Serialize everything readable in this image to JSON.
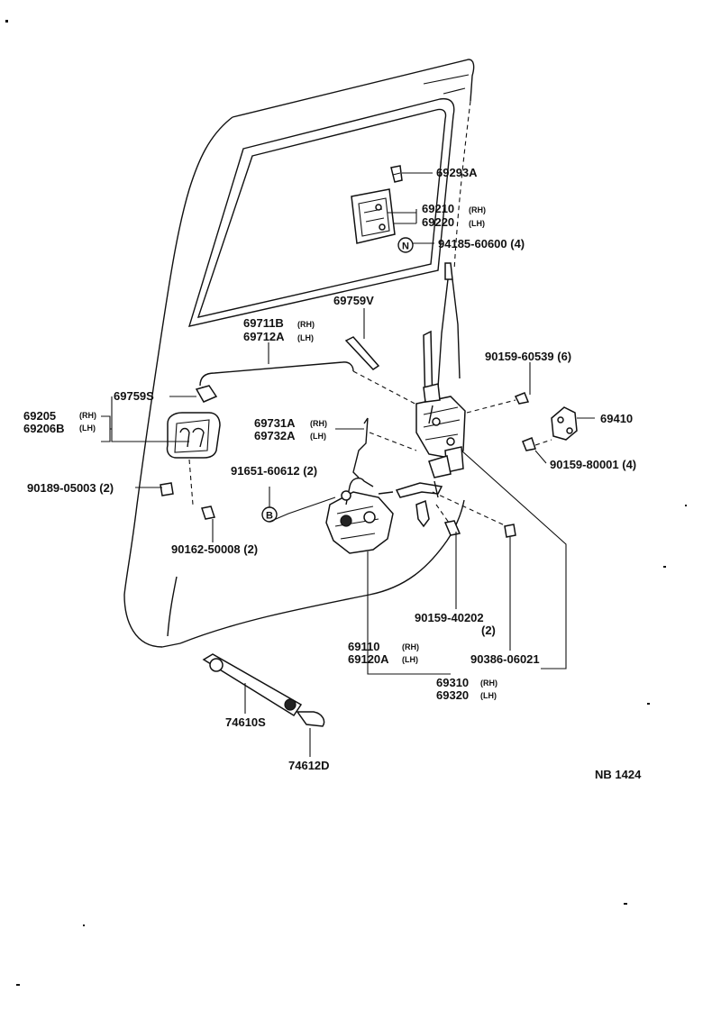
{
  "callouts": {
    "p69293a": "69293A",
    "p69210": "69210",
    "p69210_side": "(RH)",
    "p69220": "69220",
    "p69220_side": "(LH)",
    "p94185": "94185-60600 (4)",
    "p69759v": "69759V",
    "p69711b": "69711B",
    "p69711b_side": "(RH)",
    "p69712a": "69712A",
    "p69712a_side": "(LH)",
    "p90159_60539": "90159-60539 (6)",
    "p69759s": "69759S",
    "p69205": "69205",
    "p69205_side": "(RH)",
    "p69206b": "69206B",
    "p69206b_side": "(LH)",
    "p69731a": "69731A",
    "p69731a_side": "(RH)",
    "p69732a": "69732A",
    "p69732a_side": "(LH)",
    "p69410": "69410",
    "p90159_80001": "90159-80001 (4)",
    "p91651": "91651-60612 (2)",
    "p90189": "90189-05003 (2)",
    "p90162": "90162-50008 (2)",
    "p90159_40202": "90159-40202",
    "p90159_40202_qty": "(2)",
    "p69110": "69110",
    "p69110_side": "(RH)",
    "p69120a": "69120A",
    "p69120a_side": "(LH)",
    "p90386": "90386-06021",
    "p69310": "69310",
    "p69310_side": "(RH)",
    "p69320": "69320",
    "p69320_side": "(LH)",
    "p74610s": "74610S",
    "p74612d": "74612D"
  },
  "markers": {
    "n": "N",
    "b": "B"
  },
  "footer": {
    "code": "NB  1424"
  }
}
